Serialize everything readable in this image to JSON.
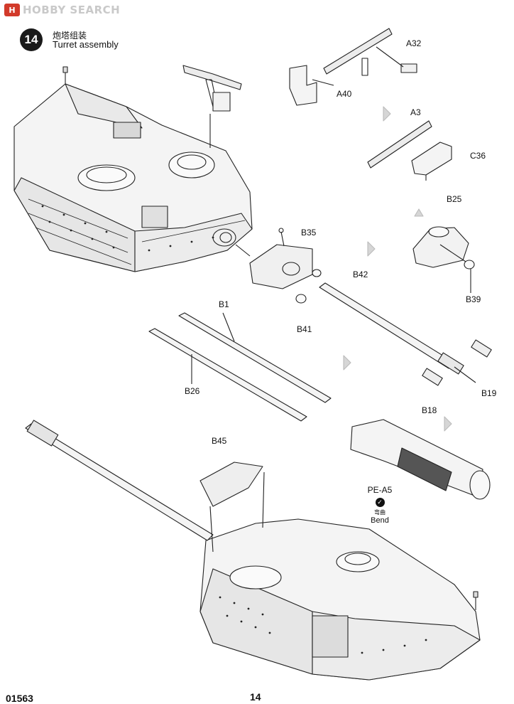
{
  "watermark": {
    "logo": "H",
    "text": "HOBBY SEARCH"
  },
  "step": {
    "number": "14",
    "title_cn": "炮塔组装",
    "title_en": "Turret assembly"
  },
  "parts": {
    "a32": "A32",
    "a40": "A40",
    "a3": "A3",
    "c36": "C36",
    "b25": "B25",
    "b39": "B39",
    "b35": "B35",
    "b42": "B42",
    "b41": "B41",
    "b1": "B1",
    "b26": "B26",
    "b18": "B18",
    "b19": "B19",
    "b45": "B45",
    "pe_a5": "PE-A5"
  },
  "bend": {
    "icon": "bend-icon",
    "label_cn": "弯曲",
    "label_en": "Bend"
  },
  "footer": {
    "catalog_no": "01563",
    "page": "14"
  }
}
